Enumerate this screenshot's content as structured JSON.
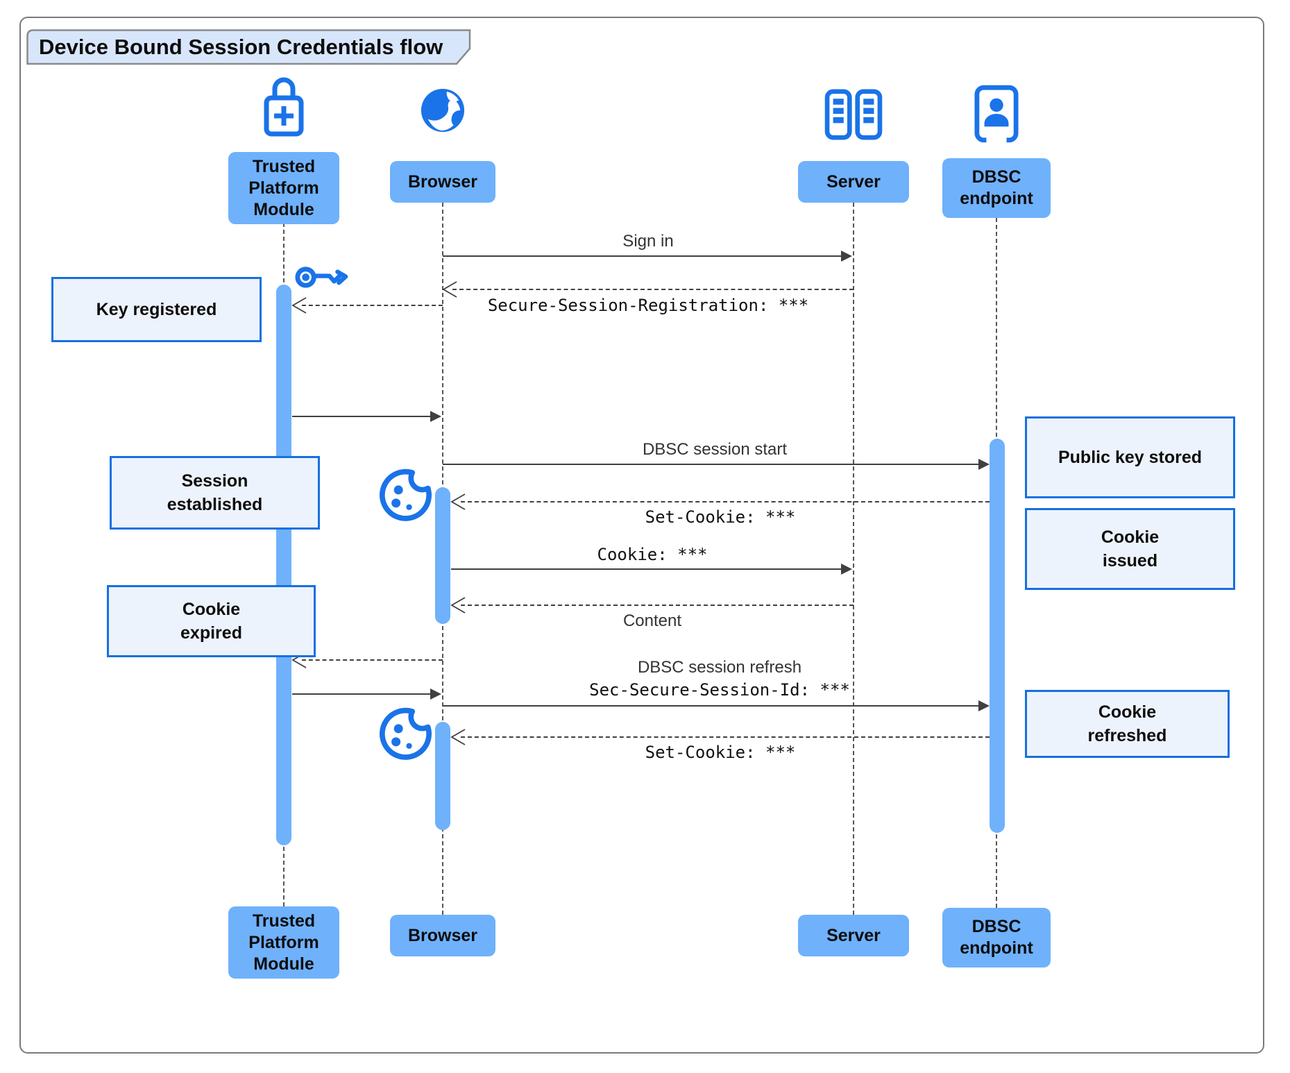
{
  "title": "Device Bound Session Credentials flow",
  "actors": {
    "tpm": {
      "line1": "Trusted",
      "line2": "Platform",
      "line3": "Module"
    },
    "browser": {
      "label": "Browser"
    },
    "server": {
      "label": "Server"
    },
    "dbsc": {
      "line1": "DBSC",
      "line2": "endpoint"
    }
  },
  "messages": {
    "sign_in": "Sign in",
    "secure_session_registration": "Secure-Session-Registration: ***",
    "dbsc_session_start": "DBSC session start",
    "set_cookie_first": "Set-Cookie: ***",
    "cookie": "Cookie: ***",
    "content": "Content",
    "dbsc_session_refresh": "DBSC session refresh",
    "sec_secure_session_id": "Sec-Secure-Session-Id: ***",
    "set_cookie_second": "Set-Cookie: ***"
  },
  "notes": {
    "key_registered": {
      "line1": "Key registered"
    },
    "session_established": {
      "line1": "Session",
      "line2": "established"
    },
    "cookie_expired": {
      "line1": "Cookie",
      "line2": "expired"
    },
    "public_key_stored": {
      "line1": "Public key stored"
    },
    "cookie_issued": {
      "line1": "Cookie",
      "line2": "issued"
    },
    "cookie_refreshed": {
      "line1": "Cookie",
      "line2": "refreshed"
    }
  },
  "icons": {
    "tpm": "lock-plus-icon",
    "browser": "globe-icon",
    "server": "server-racks-icon",
    "dbsc": "id-badge-icon",
    "key": "key-icon",
    "cookie": "cookie-icon"
  },
  "colors": {
    "icon_blue": "#1a73e8",
    "actor_fill": "#6fb1fb",
    "note_fill": "#edf3fd",
    "note_border": "#1670e0",
    "title_fill": "#d8e6fb",
    "arrow": "#404040"
  }
}
